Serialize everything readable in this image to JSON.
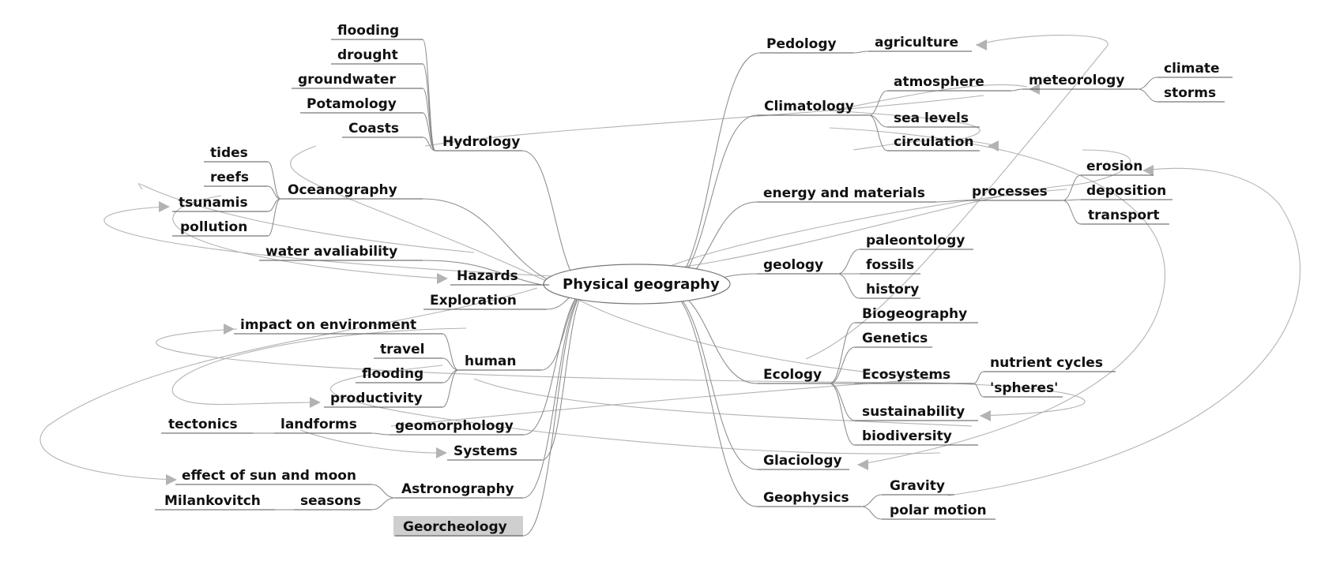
{
  "root": "Physical geography",
  "selected_node": "Georcheology",
  "left_branches": [
    {
      "label": "Hydrology",
      "children": [
        "flooding",
        "drought",
        "groundwater",
        "Potamology",
        "Coasts"
      ]
    },
    {
      "label": "Oceanography",
      "children": [
        "tides",
        "reefs",
        "tsunamis",
        "pollution"
      ]
    },
    {
      "label": "water avaliability",
      "children": []
    },
    {
      "label": "Hazards",
      "children": []
    },
    {
      "label": "Exploration",
      "children": []
    },
    {
      "label": "human",
      "children": [
        "impact on environment",
        "travel",
        "flooding",
        "productivity"
      ]
    },
    {
      "label": "geomorphology",
      "children": [
        "landforms"
      ]
    },
    {
      "label": "Systems",
      "children": []
    },
    {
      "label": "Astronography",
      "children": [
        "effect of sun and moon",
        "seasons"
      ]
    },
    {
      "label": "Georcheology",
      "children": []
    }
  ],
  "extra_nodes": {
    "tectonics": "tectonics",
    "milankovitch": "Milankovitch"
  },
  "right_branches": [
    {
      "label": "Pedology",
      "children": [
        "agriculture"
      ]
    },
    {
      "label": "Climatology",
      "children": [
        "atmosphere",
        "sea levels",
        "circulation"
      ]
    },
    {
      "label": "energy and materials",
      "children": [
        "processes"
      ]
    },
    {
      "label": "geology",
      "children": [
        "paleontology",
        "fossils",
        "history"
      ]
    },
    {
      "label": "Ecology",
      "children": [
        "Biogeography",
        "Genetics",
        "Ecosystems",
        "sustainability",
        "biodiversity"
      ]
    },
    {
      "label": "Glaciology",
      "children": []
    },
    {
      "label": "Geophysics",
      "children": [
        "Gravity",
        "polar motion"
      ]
    }
  ],
  "sub_nodes": {
    "meteorology": "meteorology",
    "climate": "climate",
    "storms": "storms",
    "erosion": "erosion",
    "deposition": "deposition",
    "transport": "transport",
    "nutrient_cycles": "nutrient cycles",
    "spheres": "'spheres'"
  }
}
